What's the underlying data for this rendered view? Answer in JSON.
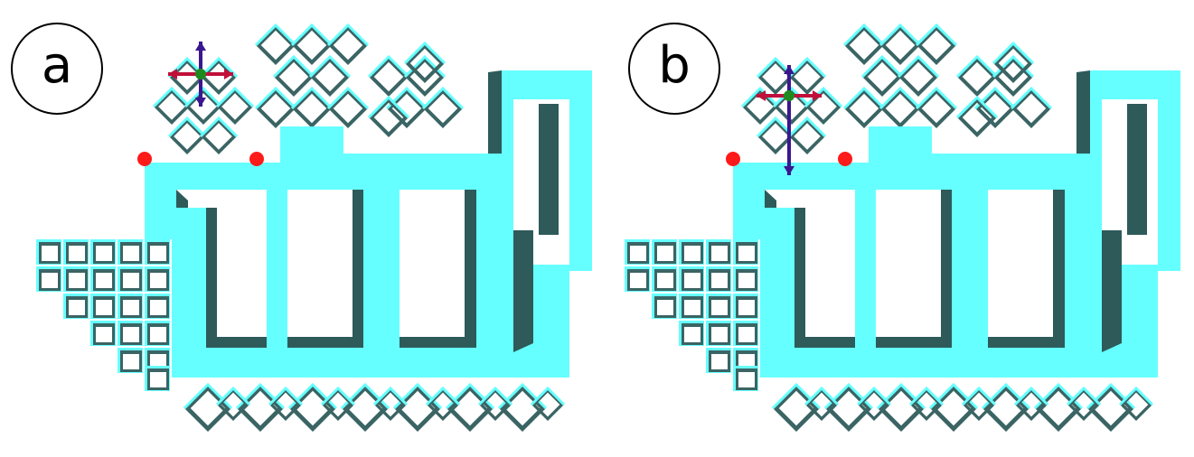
{
  "panels": [
    {
      "label": "a",
      "arrows": "short"
    },
    {
      "label": "b",
      "arrows": "long"
    }
  ],
  "colors": {
    "frame": "#66ffff",
    "lattice": "#3b6464",
    "lattice_edge": "#66ffff",
    "shadow": "#2e5a5a",
    "marker": "#ff1a1a",
    "arrow_horizontal": "#c0103a",
    "arrow_vertical": "#3a1790",
    "handle": "#1e8a1e"
  }
}
